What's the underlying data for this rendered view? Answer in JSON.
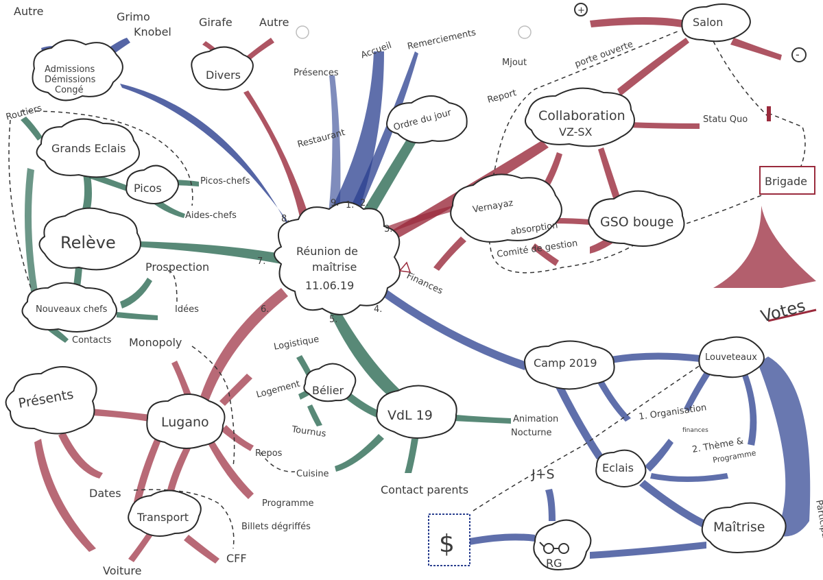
{
  "colors": {
    "red": "#9a2a3c",
    "blue": "#2a3f8f",
    "green": "#2e6b55",
    "ink": "#3b3b3b"
  },
  "center": {
    "line1": "Réunion de",
    "line2": "maîtrise",
    "date": "11.06.19",
    "finances": "Finances"
  },
  "numbers": [
    "1.",
    "2.",
    "3.",
    "4.",
    "5.",
    "6.",
    "7.",
    "8.",
    "9."
  ],
  "top_left": {
    "autre_1": "Autre",
    "grimo": "Grimo",
    "knobel": "Knobel",
    "admissions": "Admissions",
    "demissions": "Démissions",
    "conge": "Congé"
  },
  "divers": {
    "title": "Divers",
    "girafe": "Girafe",
    "autre_2": "Autre"
  },
  "top_mid": {
    "presences": "Présences",
    "accueil": "Accueil",
    "remerciements": "Remerciements",
    "restaurant": "Restaurant",
    "ordre_du_jour": "Ordre du jour",
    "mjout": "Mjout",
    "report": "Report"
  },
  "left": {
    "routiers": "Routiers",
    "grands_eclais": "Grands Eclais",
    "picos": "Picos",
    "picos_chefs": "Picos-chefs",
    "aides_chefs": "Aides-chefs",
    "releve": "Relève",
    "prospection": "Prospection",
    "idees": "Idées",
    "nouveaux_chefs": "Nouveaux chefs",
    "contacts": "Contacts"
  },
  "right_top": {
    "salon": "Salon",
    "plus": "+",
    "minus": "-",
    "porte_ouverte": "porte ouverte",
    "collaboration": "Collaboration",
    "vz_sx": "VZ-SX",
    "statu_quo": "Statu Quo",
    "brigade": "Brigade",
    "vernayaz": "Vernayaz",
    "absorption": "absorption",
    "gso_bouge": "GSO bouge",
    "comite": "Comité de gestion",
    "votes": "Votes"
  },
  "lugano": {
    "monopoly": "Monopoly",
    "presents": "Présents",
    "lugano": "Lugano",
    "dates": "Dates",
    "transport": "Transport",
    "voiture": "Voiture",
    "cff": "CFF",
    "billets": "Billets dégriffés",
    "programme": "Programme",
    "repos": "Repos"
  },
  "vdl": {
    "logistique": "Logistique",
    "logement": "Logement",
    "belier": "Bélier",
    "tournus": "Tournus",
    "cuisine": "Cuisine",
    "vdl": "VdL 19",
    "animation": "Animation",
    "nocturne": "Nocturne",
    "contact_parents": "Contact parents"
  },
  "camp": {
    "camp": "Camp 2019",
    "louveteaux": "Louveteaux",
    "organisation": "1. Organisation",
    "finances_small": "finances",
    "theme": "2. Thème &",
    "programme": "Programme",
    "eclais": "Eclais",
    "js": "J+S",
    "maitrise": "Maîtrise",
    "participation": "Participation",
    "rg": "RG",
    "dollar": "$"
  }
}
